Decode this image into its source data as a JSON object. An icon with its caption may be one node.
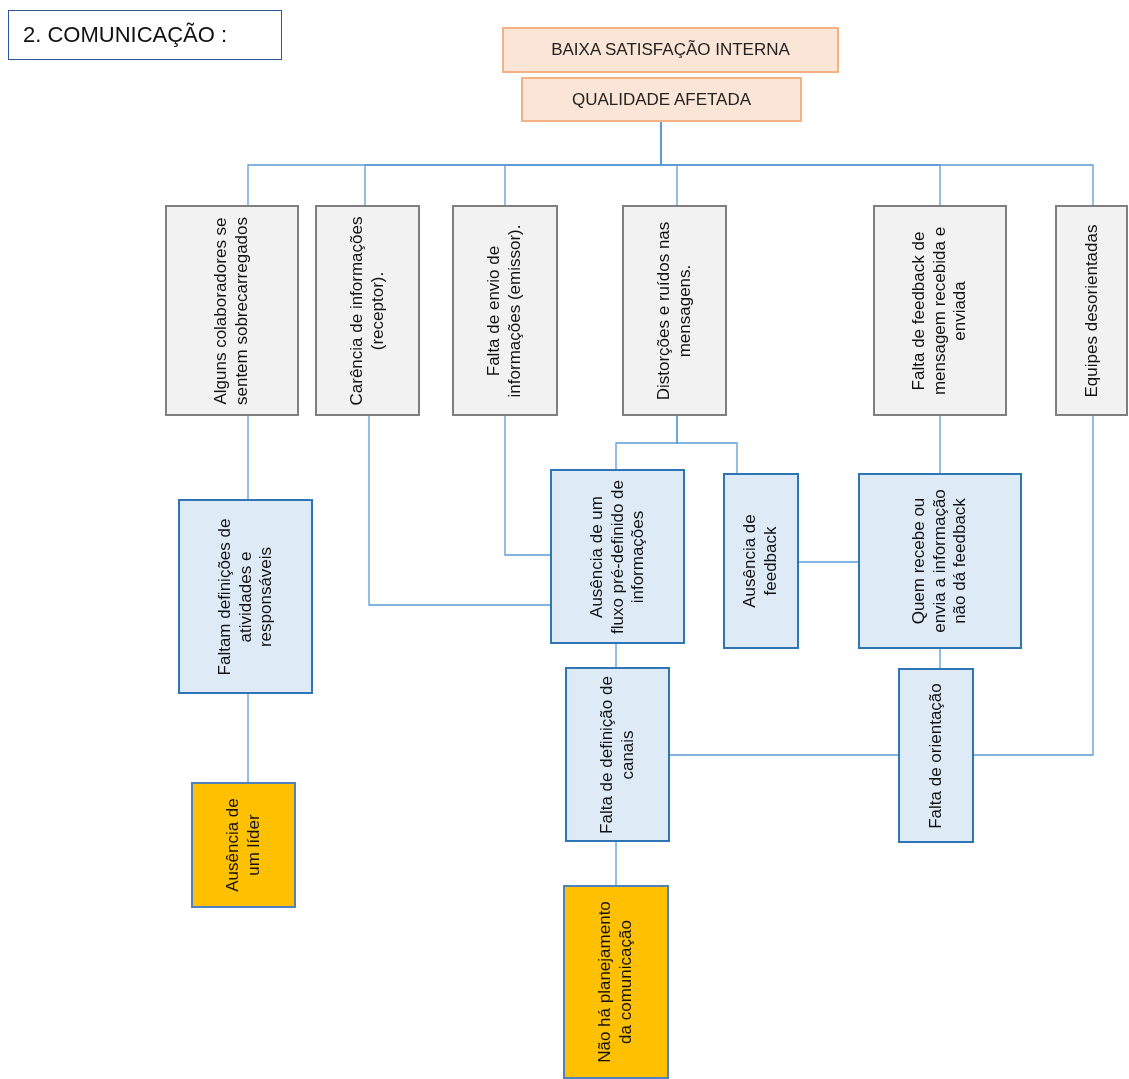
{
  "diagram": {
    "title": "2. COMUNICAÇÃO :",
    "nodes": [
      {
        "text": [
          "BAIXA SATISFAÇÃO INTERNA"
        ]
      },
      {
        "text": [
          "QUALIDADE AFETADA"
        ]
      },
      {
        "text": [
          "Alguns colaboradores se sentem sobrecarregados"
        ]
      },
      {
        "text": [
          "Carência de informações (receptor)."
        ]
      },
      {
        "text": [
          "Falta de envio de informações (emissor)."
        ]
      },
      {
        "text": [
          "Distorções e ruídos nas mensagens."
        ]
      },
      {
        "text": [
          "Falta de feedback de mensagem recebida e enviada"
        ]
      },
      {
        "text": [
          "Equipes desorientadas"
        ]
      },
      {
        "text": [
          "Faltam definições de atividades e responsáveis"
        ]
      },
      {
        "text": [
          "Ausência de um fluxo pré-definido de informações"
        ]
      },
      {
        "text": [
          "Ausência de feedback"
        ]
      },
      {
        "text": [
          "Quem recebe ou envia a informação não dá feedback"
        ]
      },
      {
        "text": [
          "Falta de definição de canais"
        ]
      },
      {
        "text": [
          "Falta de orientação"
        ]
      },
      {
        "text": [
          "Ausência de um líder"
        ]
      },
      {
        "text": [
          "Não há planejamento da comunicação"
        ]
      }
    ],
    "edges": [
      {
        "from": 1,
        "to": 2,
        "arrow": "none"
      },
      {
        "from": 1,
        "to": 3,
        "arrow": "none"
      },
      {
        "from": 1,
        "to": 4,
        "arrow": "none"
      },
      {
        "from": 1,
        "to": 5,
        "arrow": "none"
      },
      {
        "from": 1,
        "to": 6,
        "arrow": "none"
      },
      {
        "from": 1,
        "to": 7,
        "arrow": "none"
      },
      {
        "from": 2,
        "to": 8,
        "arrow": "none"
      },
      {
        "from": 8,
        "to": 14,
        "arrow": "none"
      },
      {
        "from": 3,
        "to": 9,
        "arrow": "none"
      },
      {
        "from": 4,
        "to": 9,
        "arrow": "none"
      },
      {
        "from": 5,
        "to": 9,
        "arrow": "none"
      },
      {
        "from": 5,
        "to": 10,
        "arrow": "none"
      },
      {
        "from": 10,
        "to": 11,
        "arrow": "none"
      },
      {
        "from": 6,
        "to": 11,
        "arrow": "none"
      },
      {
        "from": 9,
        "to": 12,
        "arrow": "none"
      },
      {
        "from": 11,
        "to": 13,
        "arrow": "none"
      },
      {
        "from": 12,
        "to": 13,
        "arrow": "none"
      },
      {
        "from": 7,
        "to": 13,
        "arrow": "none"
      },
      {
        "from": 12,
        "to": 15,
        "arrow": "none"
      }
    ]
  }
}
